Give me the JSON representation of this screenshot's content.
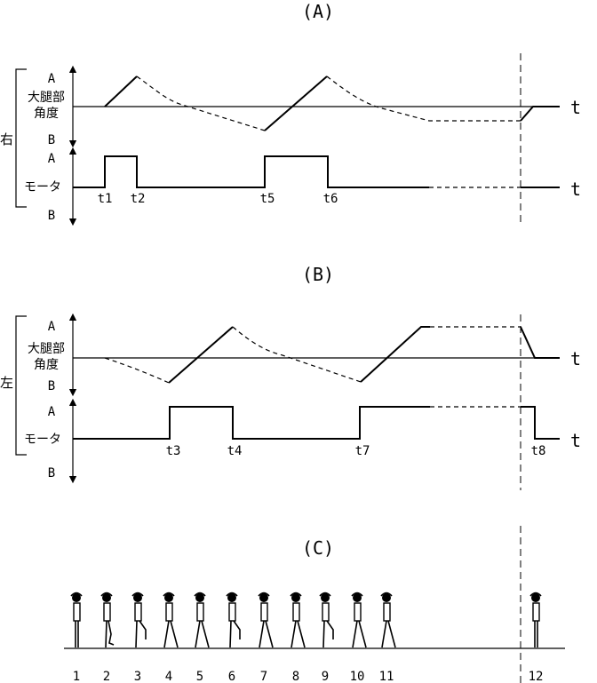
{
  "panels": {
    "a": {
      "label": "(A)",
      "side": "右"
    },
    "b": {
      "label": "(B)",
      "side": "左"
    },
    "c": {
      "label": "(C)"
    }
  },
  "signals": {
    "upper_label": "A",
    "lower_label": "B",
    "thigh_angle_line1": "大腿部",
    "thigh_angle_line2": "角度",
    "motor": "モータ",
    "time_axis": "t"
  },
  "time_marks": [
    "t1",
    "t2",
    "t5",
    "t6",
    "t3",
    "t4",
    "t7",
    "t8"
  ],
  "steps": [
    "1",
    "2",
    "3",
    "4",
    "5",
    "6",
    "7",
    "8",
    "9",
    "10",
    "11",
    "12"
  ]
}
